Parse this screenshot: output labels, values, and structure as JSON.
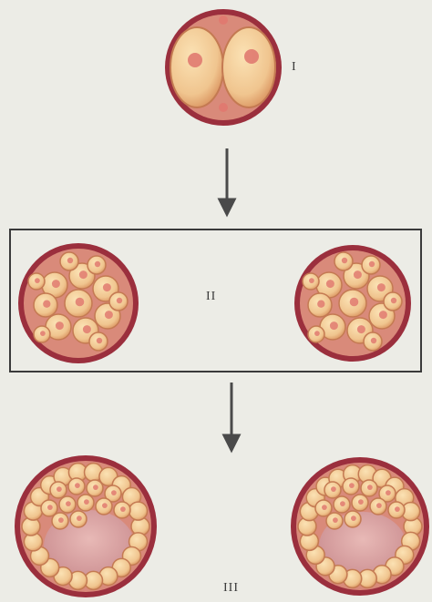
{
  "figure": {
    "stages": [
      {
        "id": "stage-1",
        "label": "I"
      },
      {
        "id": "stage-2",
        "label": "II"
      },
      {
        "id": "stage-3",
        "label": "III"
      }
    ]
  },
  "colors": {
    "background": "#ecece6",
    "membrane_outer": "#9b2f3d",
    "membrane_inner": "#d98a7a",
    "cell_fill": "#f0c58f",
    "cell_edge": "#c47a52",
    "nucleus": "#e07a70",
    "cavity": "#d9a0a0",
    "arrow": "#4a4a4a",
    "frame": "#3a3a3a"
  }
}
